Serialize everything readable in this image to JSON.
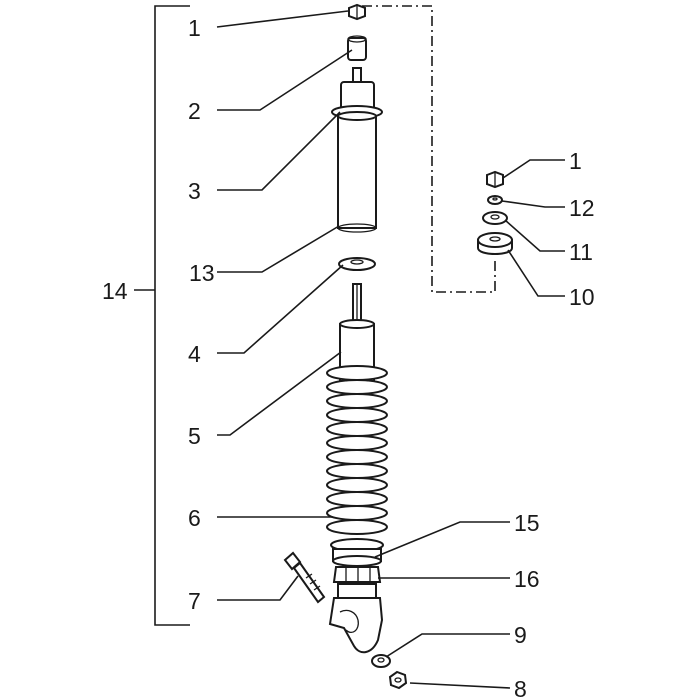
{
  "labels": {
    "l1": "1",
    "l2": "2",
    "l3": "3",
    "l13": "13",
    "l4": "4",
    "l5": "5",
    "l6": "6",
    "l7": "7",
    "l14": "14",
    "l1b": "1",
    "l12": "12",
    "l11": "11",
    "l10": "10",
    "l15": "15",
    "l16": "16",
    "l9": "9",
    "l8": "8"
  }
}
